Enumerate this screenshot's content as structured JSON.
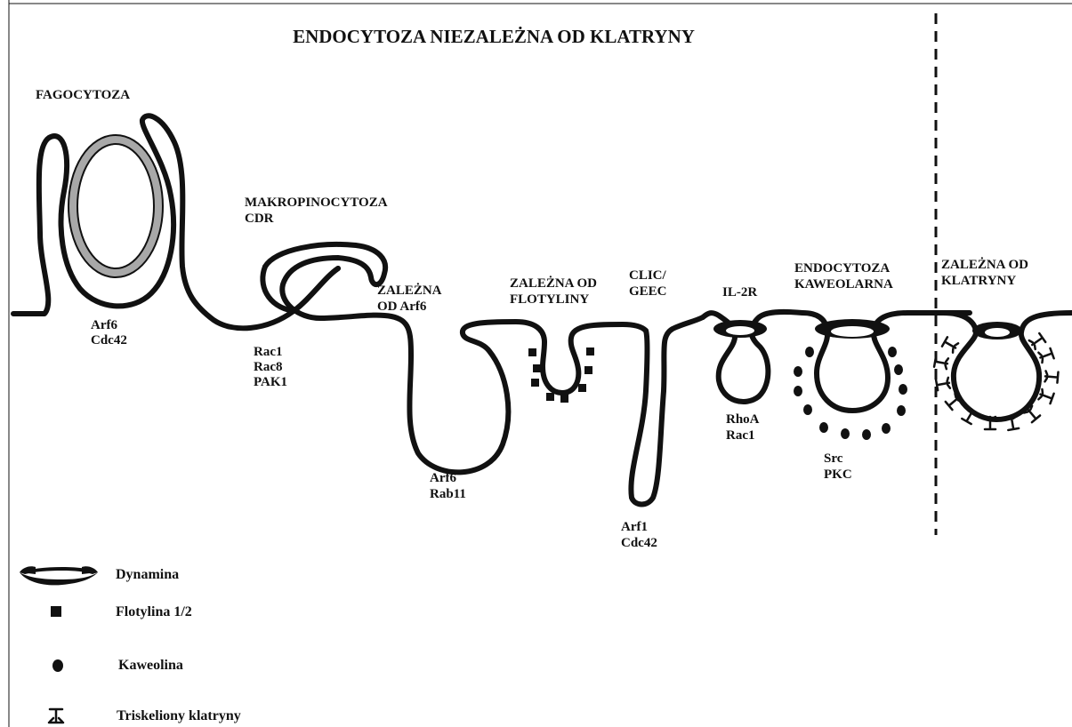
{
  "title": "ENDOCYTOZA NIEZALEŻNA OD KLATRYNY",
  "pathways": {
    "fagocytoza": {
      "title": "FAGOCYTOZA",
      "proteins": [
        "Arf6",
        "Cdc42"
      ]
    },
    "makropinocytoza": {
      "title_lines": [
        "MAKROPINOCYTOZA",
        "CDR"
      ],
      "proteins": [
        "Rac1",
        "Rac8",
        "PAK1"
      ]
    },
    "arf6": {
      "title_lines": [
        "ZALEŻNA",
        "OD Arf6"
      ],
      "proteins": [
        "Arf6",
        "Rab11"
      ]
    },
    "flotylina": {
      "title_lines": [
        "ZALEŻNA OD",
        "FLOTYLINY"
      ]
    },
    "clic": {
      "title_lines": [
        "CLIC/",
        "GEEC"
      ],
      "proteins": [
        "Arf1",
        "Cdc42"
      ]
    },
    "il2r": {
      "title": "IL-2R",
      "proteins": [
        "RhoA",
        "Rac1"
      ]
    },
    "kaweolarna": {
      "title_lines": [
        "ENDOCYTOZA",
        "KAWEOLARNA"
      ],
      "proteins": [
        "Src",
        "PKC"
      ]
    },
    "klatryna": {
      "title_lines": [
        "ZALEŻNA OD",
        "KLATRYNY"
      ]
    }
  },
  "legend": [
    {
      "icon": "dynamin-ring-icon",
      "label": "Dynamina"
    },
    {
      "icon": "filled-square-icon",
      "label": "Flotylina 1/2"
    },
    {
      "icon": "filled-circle-icon",
      "label": "Kaweolina"
    },
    {
      "icon": "triskelion-icon",
      "label": "Triskeliony klatryny"
    }
  ],
  "colors": {
    "membrane": "#111111",
    "phagosome_ring": "#a8a8a8",
    "background": "#ffffff"
  }
}
